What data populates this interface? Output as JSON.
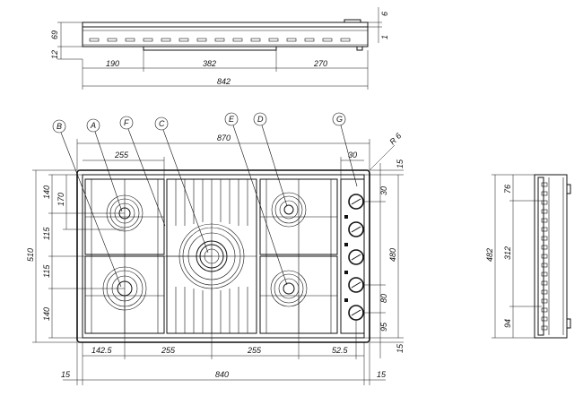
{
  "top_view": {
    "left_dims": [
      "69",
      "12"
    ],
    "right_dims": [
      "6",
      "1"
    ],
    "bottom_dims": [
      "190",
      "382",
      "270"
    ],
    "overall": "842"
  },
  "front_view": {
    "overall_width": "870",
    "overall_width_inner": "840",
    "height": "510",
    "height_inner": "480",
    "radius": "R 6",
    "callouts": [
      "B",
      "A",
      "F",
      "C",
      "E",
      "D",
      "G"
    ],
    "top_dims": {
      "d255": "255",
      "d30": "30"
    },
    "left_dims": [
      "140",
      "170",
      "115",
      "115",
      "140"
    ],
    "right_dims": [
      "15",
      "30",
      "480",
      "80",
      "95",
      "15"
    ],
    "bottom_dims": [
      "142.5",
      "255",
      "255",
      "52.5"
    ],
    "bottom_edge": [
      "15",
      "840",
      "15"
    ]
  },
  "side_view": {
    "height": "482",
    "dims": [
      "76",
      "312",
      "94"
    ]
  }
}
